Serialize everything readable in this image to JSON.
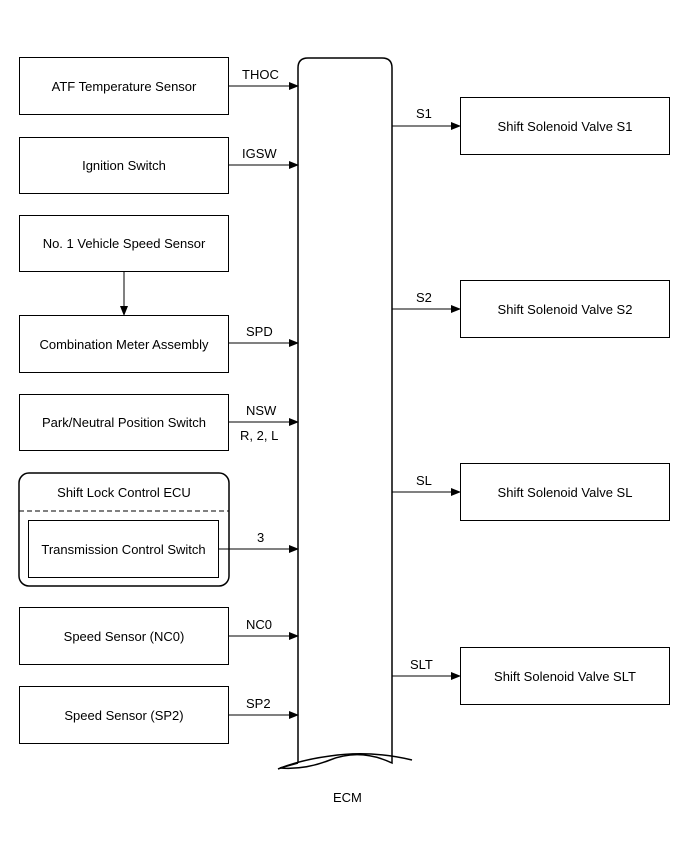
{
  "inputs": {
    "atf": "ATF Temperature Sensor",
    "ignition": "Ignition Switch",
    "vss": "No. 1 Vehicle Speed Sensor",
    "meter": "Combination Meter Assembly",
    "pnp": "Park/Neutral Position Switch",
    "shift_lock_ecu": "Shift Lock Control ECU",
    "tcs": "Transmission Control Switch",
    "nc0": "Speed Sensor (NC0)",
    "sp2": "Speed Sensor (SP2)"
  },
  "signals": {
    "thoc": "THOC",
    "igsw": "IGSW",
    "spd": "SPD",
    "nsw": "NSW",
    "nsw_sub": "R, 2, L",
    "tcs": "3",
    "nc0": "NC0",
    "sp2": "SP2",
    "s1": "S1",
    "s2": "S2",
    "sl": "SL",
    "slt": "SLT"
  },
  "outputs": {
    "s1": "Shift Solenoid Valve S1",
    "s2": "Shift Solenoid Valve S2",
    "sl": "Shift Solenoid Valve SL",
    "slt": "Shift Solenoid Valve SLT"
  },
  "ecm": "ECM"
}
